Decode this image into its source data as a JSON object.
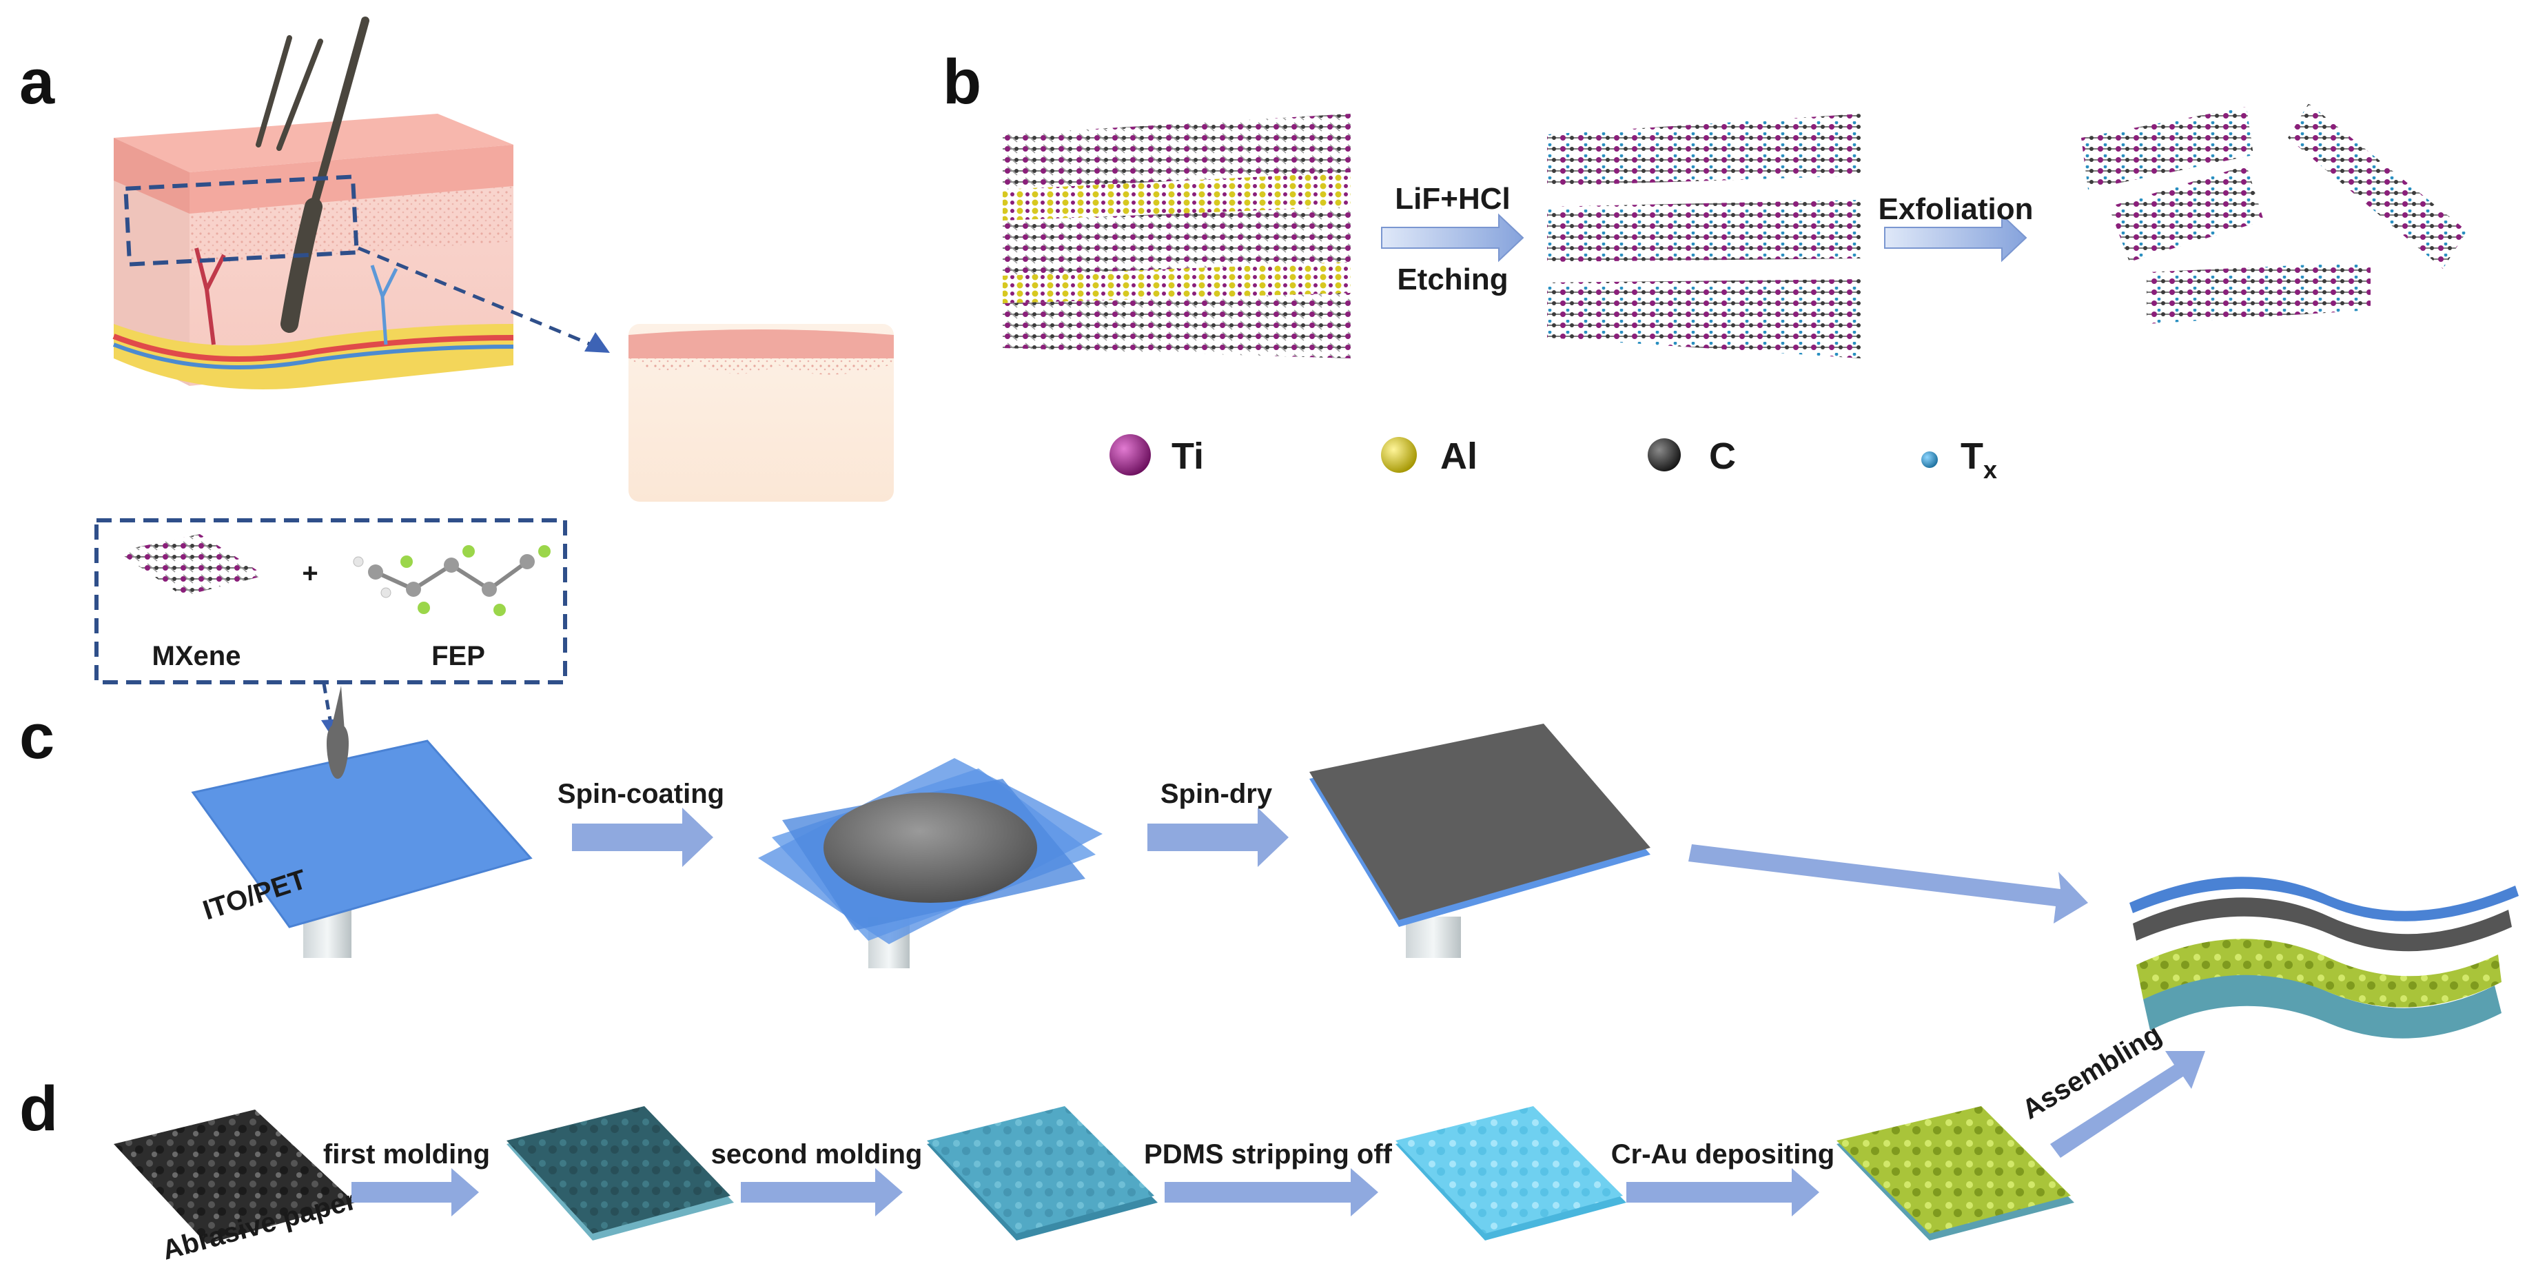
{
  "panels": {
    "a": "a",
    "b": "b",
    "c": "c",
    "d": "d"
  },
  "panel_b": {
    "step1_top": "LiF+HCl",
    "step1_bottom": "Etching",
    "step2": "Exfoliation",
    "legend": [
      {
        "symbol": "Ti",
        "color": "#8a1f7a"
      },
      {
        "symbol": "Al",
        "color": "#d7c820"
      },
      {
        "symbol": "C",
        "color": "#2f2f2f"
      },
      {
        "symbol": "T",
        "subscript": "x",
        "color": "#2a8fc0"
      }
    ]
  },
  "inset": {
    "left_label": "MXene",
    "plus": "+",
    "right_label": "FEP"
  },
  "panel_c": {
    "substrate_label": "ITO/PET",
    "step1": "Spin-coating",
    "step2": "Spin-dry"
  },
  "panel_d": {
    "substrate_label": "Abrasive paper",
    "step1": "first molding",
    "step2": "second molding",
    "step3": "PDMS stripping off",
    "step4": "Cr-Au depositing",
    "step5": "Assembling"
  },
  "colors": {
    "arrow": "#8fa9df",
    "dashed": "#2f4f8a",
    "skin_pink": "#f2a9a2",
    "mxene_gray": "#5f5f5f",
    "substrate_blue": "#5c95e6",
    "gold_green": "#a9c43a"
  }
}
